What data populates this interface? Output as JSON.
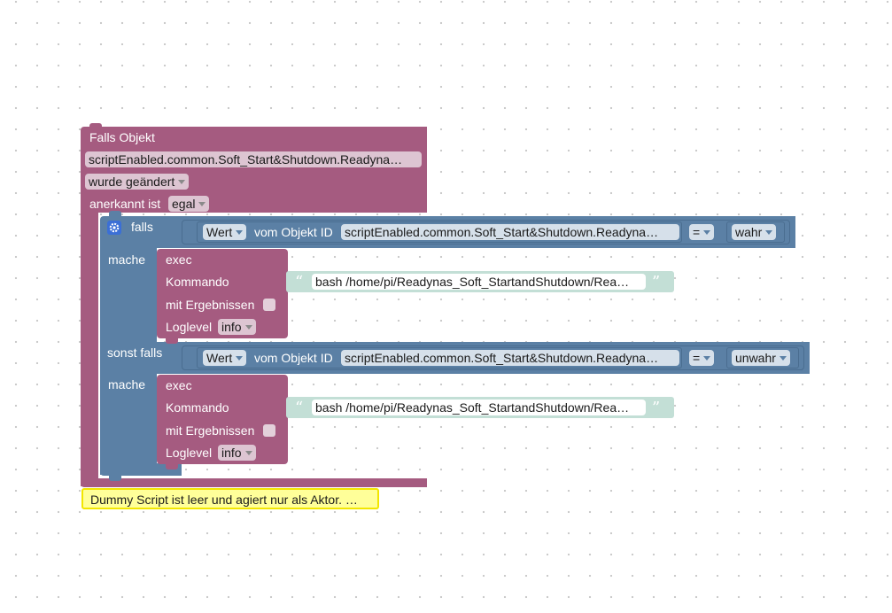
{
  "trigger": {
    "title": "Falls Objekt",
    "object_id": "scriptEnabled.common.Soft_Start&Shutdown.Readyna…",
    "condition": "wurde geändert",
    "ack_label": "anerkannt ist",
    "ack_value": "egal"
  },
  "if_block": {
    "if_label": "falls",
    "do_label": "mache",
    "else_label": "sonst falls",
    "do2_label": "mache",
    "gear_icon": "gear-icon"
  },
  "condition1": {
    "wert": "Wert",
    "vom_label": "vom Objekt ID",
    "object_id": "scriptEnabled.common.Soft_Start&Shutdown.Readyna…",
    "op": "=",
    "value": "wahr"
  },
  "exec1": {
    "title": "exec",
    "command_label": "Kommando",
    "results_label": "mit Ergebnissen",
    "loglevel_label": "Loglevel",
    "loglevel": "info",
    "command": "bash /home/pi/Readynas_Soft_StartandShutdown/Rea…"
  },
  "condition2": {
    "wert": "Wert",
    "vom_label": "vom Objekt ID",
    "object_id": "scriptEnabled.common.Soft_Start&Shutdown.Readyna…",
    "op": "=",
    "value": "unwahr"
  },
  "exec2": {
    "title": "exec",
    "command_label": "Kommando",
    "results_label": "mit Ergebnissen",
    "loglevel_label": "Loglevel",
    "loglevel": "info",
    "command": "bash /home/pi/Readynas_Soft_StartandShutdown/Rea…"
  },
  "comment": {
    "text": "Dummy Script ist leer und agiert nur als Aktor. …"
  },
  "colors": {
    "trigger_block": "#a55b80",
    "logic_block": "#5b80a5",
    "text_block": "#c3dfd6",
    "comment": "#ffff99"
  }
}
